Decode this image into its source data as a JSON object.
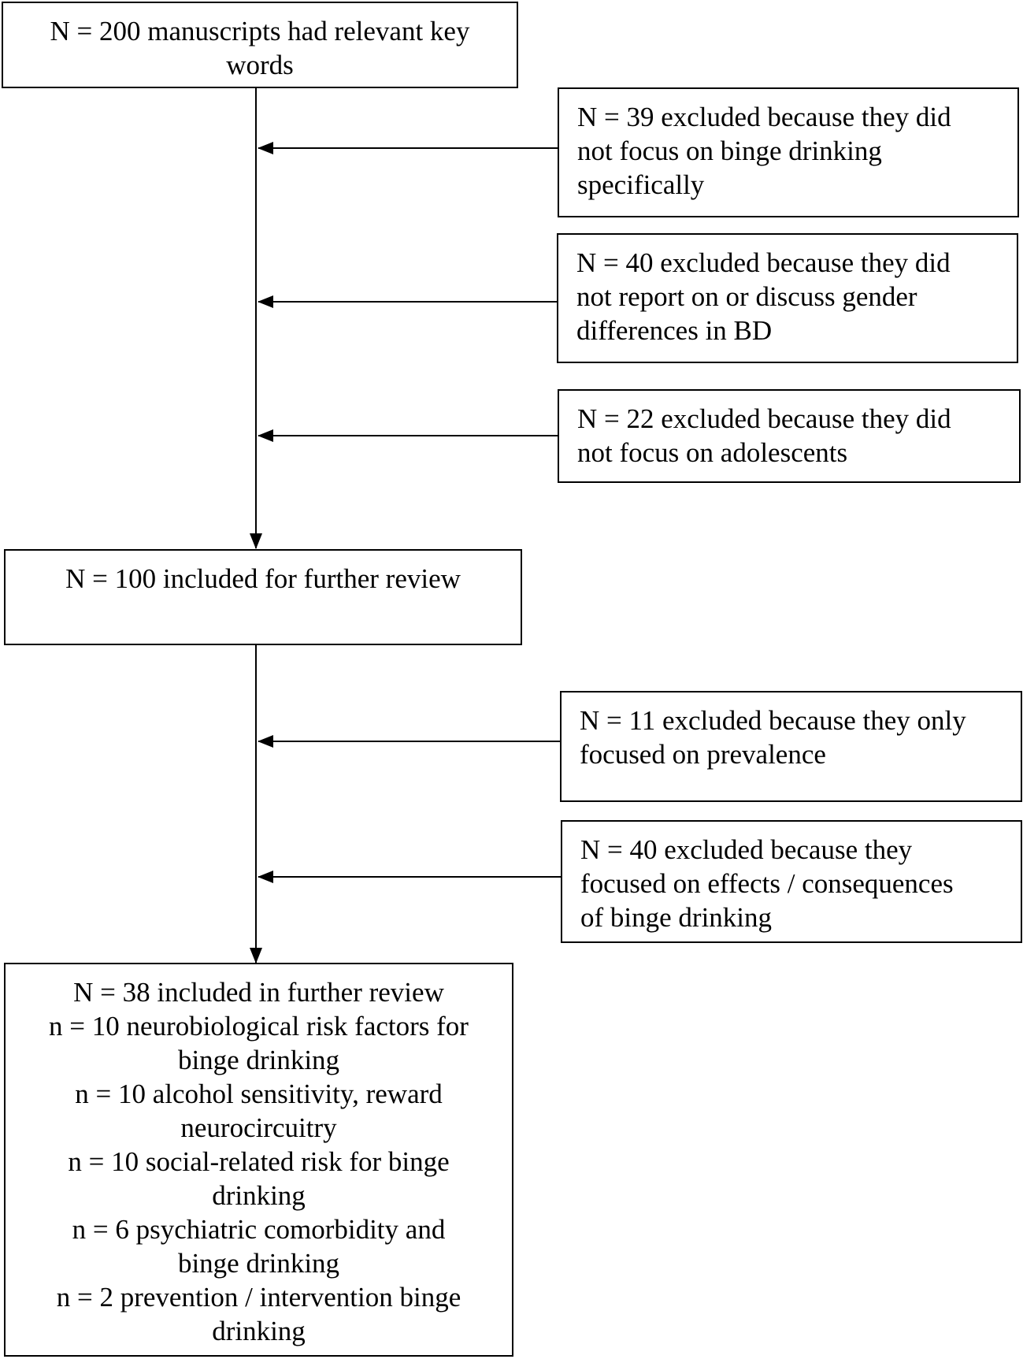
{
  "flowchart": {
    "start_box": {
      "lines": [
        "N = 200 manuscripts had relevant key",
        "words"
      ]
    },
    "exclusions_stage1": [
      {
        "lines": [
          "N = 39 excluded because they did",
          "not focus on binge drinking",
          "specifically"
        ]
      },
      {
        "lines": [
          "N = 40 excluded because they did",
          "not report on or discuss gender",
          "differences in BD"
        ]
      },
      {
        "lines": [
          "N = 22 excluded because they did",
          "not focus on adolescents"
        ]
      }
    ],
    "middle_box": {
      "lines": [
        "N = 100 included for further review"
      ]
    },
    "exclusions_stage2": [
      {
        "lines": [
          "N = 11 excluded because they only",
          "focused on prevalence"
        ]
      },
      {
        "lines": [
          "N = 40 excluded because they",
          "focused on effects / consequences",
          "of binge drinking"
        ]
      }
    ],
    "final_box": {
      "lines": [
        "N = 38 included in further review",
        "n = 10 neurobiological risk factors for",
        "binge drinking",
        "n = 10 alcohol sensitivity, reward",
        "neurocircuitry",
        "n = 10 social-related risk for binge",
        "drinking",
        "n = 6 psychiatric comorbidity and",
        "binge drinking",
        "n = 2 prevention / intervention binge",
        "drinking"
      ]
    }
  }
}
